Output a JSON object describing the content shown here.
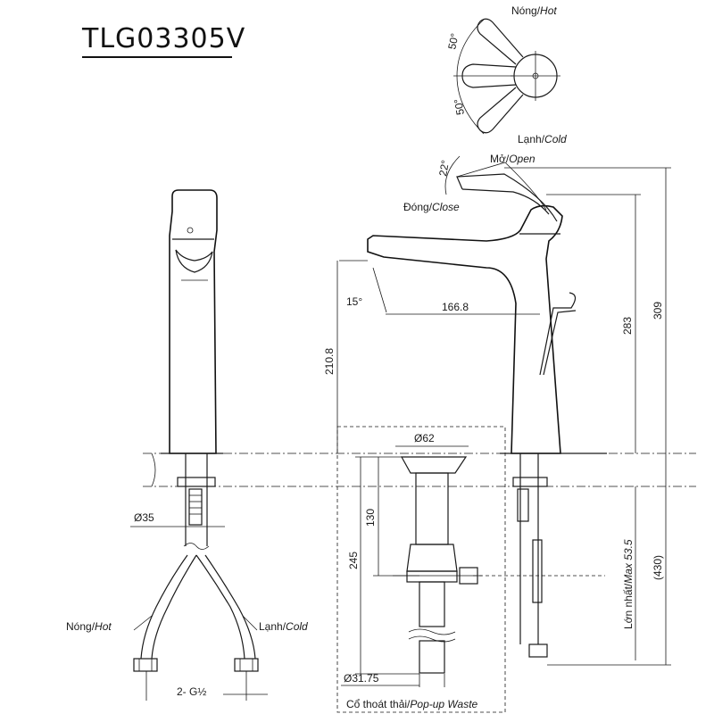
{
  "model": "TLG03305V",
  "handle_view": {
    "hot_label": "Nóng/",
    "hot_label_en": "Hot",
    "cold_label": "Lạnh/",
    "cold_label_en": "Cold",
    "angle_hot": "50°",
    "angle_cold": "50°"
  },
  "lever": {
    "open_label": "Mở/",
    "open_label_en": "Open",
    "close_label": "Đóng/",
    "close_label_en": "Close",
    "angle": "22°"
  },
  "dimensions": {
    "spout_angle": "15°",
    "spout_reach": "166.8",
    "spout_height": "210.8",
    "body_height": "283",
    "total_height": "309",
    "waste_dia_top": "Ø62",
    "shank_dia": "Ø35",
    "waste_130": "130",
    "waste_245": "245",
    "max_thickness_vn": "Lớn nhất/",
    "max_thickness_en": "Max 53.5",
    "hose_length": "(430)",
    "waste_dia_bottom": "Ø31.75",
    "connection": "2- G½"
  },
  "side_view": {
    "hot_label": "Nóng/",
    "hot_label_en": "Hot",
    "cold_label": "Lạnh/",
    "cold_label_en": "Cold"
  },
  "waste": {
    "label_vn": "Cổ thoát thải/",
    "label_en": "Pop-up Waste"
  }
}
